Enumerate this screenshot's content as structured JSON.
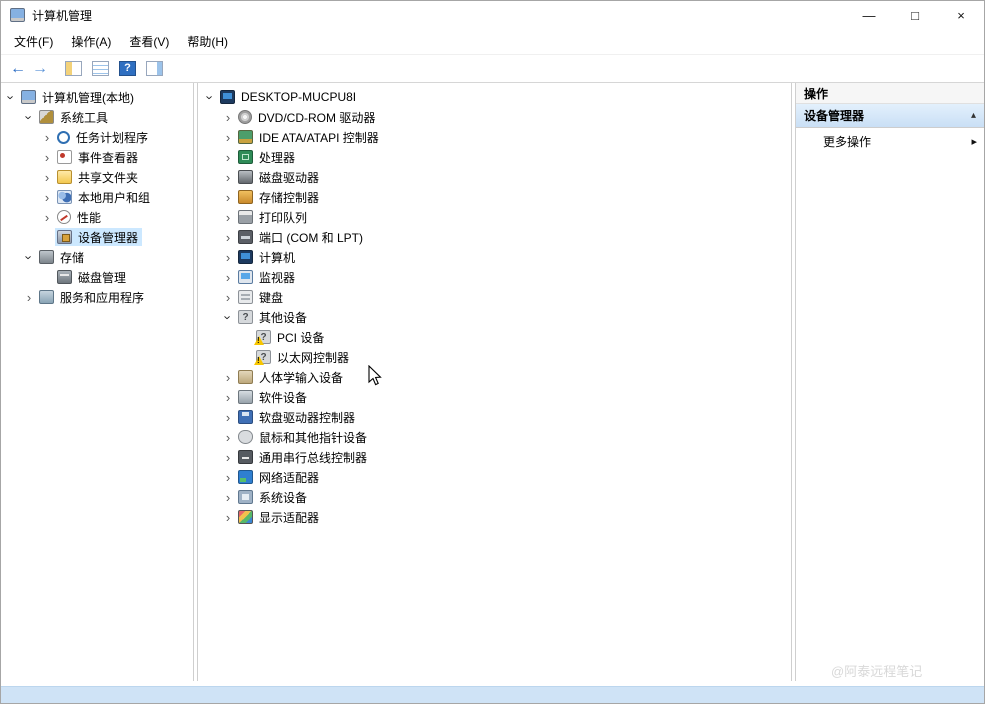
{
  "window": {
    "title": "计算机管理",
    "controls": {
      "minimize": "—",
      "maximize": "□",
      "close": "×"
    }
  },
  "menu": {
    "items": [
      {
        "label": "文件(F)"
      },
      {
        "label": "操作(A)"
      },
      {
        "label": "查看(V)"
      },
      {
        "label": "帮助(H)"
      }
    ]
  },
  "toolbar": {
    "icons": [
      {
        "name": "back-arrow-icon",
        "glyph": "←"
      },
      {
        "name": "forward-arrow-icon",
        "glyph": "→"
      },
      {
        "name": "console-window-icon",
        "glyph": ""
      },
      {
        "name": "export-list-icon",
        "glyph": ""
      },
      {
        "name": "help-icon",
        "glyph": "?"
      },
      {
        "name": "action-pane-toggle-icon",
        "glyph": ""
      }
    ]
  },
  "left_tree": {
    "items": [
      {
        "id": "computer-management-local",
        "label": "计算机管理(本地)",
        "level": 0,
        "state": "expanded",
        "icon": "computer-management-icon"
      },
      {
        "id": "system-tools",
        "label": "系统工具",
        "level": 1,
        "state": "expanded",
        "icon": "system-tools-icon"
      },
      {
        "id": "task-scheduler",
        "label": "任务计划程序",
        "level": 2,
        "state": "collapsed",
        "icon": "task-scheduler-icon"
      },
      {
        "id": "event-viewer",
        "label": "事件查看器",
        "level": 2,
        "state": "collapsed",
        "icon": "event-viewer-icon"
      },
      {
        "id": "shared-folders",
        "label": "共享文件夹",
        "level": 2,
        "state": "collapsed",
        "icon": "shared-folders-icon"
      },
      {
        "id": "local-users-and-groups",
        "label": "本地用户和组",
        "level": 2,
        "state": "collapsed",
        "icon": "local-users-groups-icon"
      },
      {
        "id": "performance",
        "label": "性能",
        "level": 2,
        "state": "collapsed",
        "icon": "performance-icon"
      },
      {
        "id": "device-manager",
        "label": "设备管理器",
        "level": 2,
        "state": "none",
        "icon": "device-manager-icon",
        "selected": true
      },
      {
        "id": "storage",
        "label": "存储",
        "level": 1,
        "state": "expanded",
        "icon": "storage-icon"
      },
      {
        "id": "disk-management",
        "label": "磁盘管理",
        "level": 2,
        "state": "none",
        "icon": "disk-management-icon"
      },
      {
        "id": "services-and-applications",
        "label": "服务和应用程序",
        "level": 1,
        "state": "collapsed",
        "icon": "services-applications-icon"
      }
    ]
  },
  "device_tree": {
    "items": [
      {
        "id": "desktop-mucpu8i",
        "label": "DESKTOP-MUCPU8I",
        "level": 0,
        "state": "expanded",
        "icon": "computer-icon"
      },
      {
        "id": "dvd-cdrom-drives",
        "label": "DVD/CD-ROM 驱动器",
        "level": 1,
        "state": "collapsed",
        "icon": "dvd-drive-icon"
      },
      {
        "id": "ide-ata-atapi-controllers",
        "label": "IDE ATA/ATAPI 控制器",
        "level": 1,
        "state": "collapsed",
        "icon": "ide-controller-icon"
      },
      {
        "id": "processors",
        "label": "处理器",
        "level": 1,
        "state": "collapsed",
        "icon": "processor-icon"
      },
      {
        "id": "disk-drives",
        "label": "磁盘驱动器",
        "level": 1,
        "state": "collapsed",
        "icon": "disk-drive-icon"
      },
      {
        "id": "storage-controllers",
        "label": "存储控制器",
        "level": 1,
        "state": "collapsed",
        "icon": "storage-controller-icon"
      },
      {
        "id": "print-queues",
        "label": "打印队列",
        "level": 1,
        "state": "collapsed",
        "icon": "print-queue-icon"
      },
      {
        "id": "ports-com-lpt",
        "label": "端口 (COM 和 LPT)",
        "level": 1,
        "state": "collapsed",
        "icon": "ports-icon"
      },
      {
        "id": "computer",
        "label": "计算机",
        "level": 1,
        "state": "collapsed",
        "icon": "computer-icon"
      },
      {
        "id": "monitors",
        "label": "监视器",
        "level": 1,
        "state": "collapsed",
        "icon": "monitor-icon"
      },
      {
        "id": "keyboards",
        "label": "键盘",
        "level": 1,
        "state": "collapsed",
        "icon": "keyboard-icon"
      },
      {
        "id": "other-devices",
        "label": "其他设备",
        "level": 1,
        "state": "expanded",
        "icon": "unknown-device-icon"
      },
      {
        "id": "pci-device",
        "label": "PCI 设备",
        "level": 2,
        "state": "none",
        "icon": "unknown-device-icon",
        "warning": true
      },
      {
        "id": "ethernet-controller",
        "label": "以太网控制器",
        "level": 2,
        "state": "none",
        "icon": "unknown-device-icon",
        "warning": true
      },
      {
        "id": "human-interface-devices",
        "label": "人体学输入设备",
        "level": 1,
        "state": "collapsed",
        "icon": "hid-icon"
      },
      {
        "id": "software-devices",
        "label": "软件设备",
        "level": 1,
        "state": "collapsed",
        "icon": "software-device-icon"
      },
      {
        "id": "floppy-drive-controllers",
        "label": "软盘驱动器控制器",
        "level": 1,
        "state": "collapsed",
        "icon": "floppy-controller-icon"
      },
      {
        "id": "mice-and-pointing-devices",
        "label": "鼠标和其他指针设备",
        "level": 1,
        "state": "collapsed",
        "icon": "mouse-icon"
      },
      {
        "id": "usb-controllers",
        "label": "通用串行总线控制器",
        "level": 1,
        "state": "collapsed",
        "icon": "usb-controller-icon"
      },
      {
        "id": "network-adapters",
        "label": "网络适配器",
        "level": 1,
        "state": "collapsed",
        "icon": "network-adapter-icon"
      },
      {
        "id": "system-devices",
        "label": "系统设备",
        "level": 1,
        "state": "collapsed",
        "icon": "system-devices-icon"
      },
      {
        "id": "display-adapters",
        "label": "显示适配器",
        "level": 1,
        "state": "collapsed",
        "icon": "display-adapter-icon"
      }
    ]
  },
  "actions_pane": {
    "title": "操作",
    "section_title": "设备管理器",
    "collapse_glyph": "▴",
    "more_actions_label": "更多操作",
    "more_actions_glyph": "▸"
  },
  "watermark": "@阿泰远程笔记",
  "colors": {
    "selection": "#cce8ff",
    "action_section_bg": "#c9dff5",
    "footer_strip": "#cfe3f6",
    "warning": "#f7c600",
    "toolbar_accent": "#2b6cc4"
  }
}
